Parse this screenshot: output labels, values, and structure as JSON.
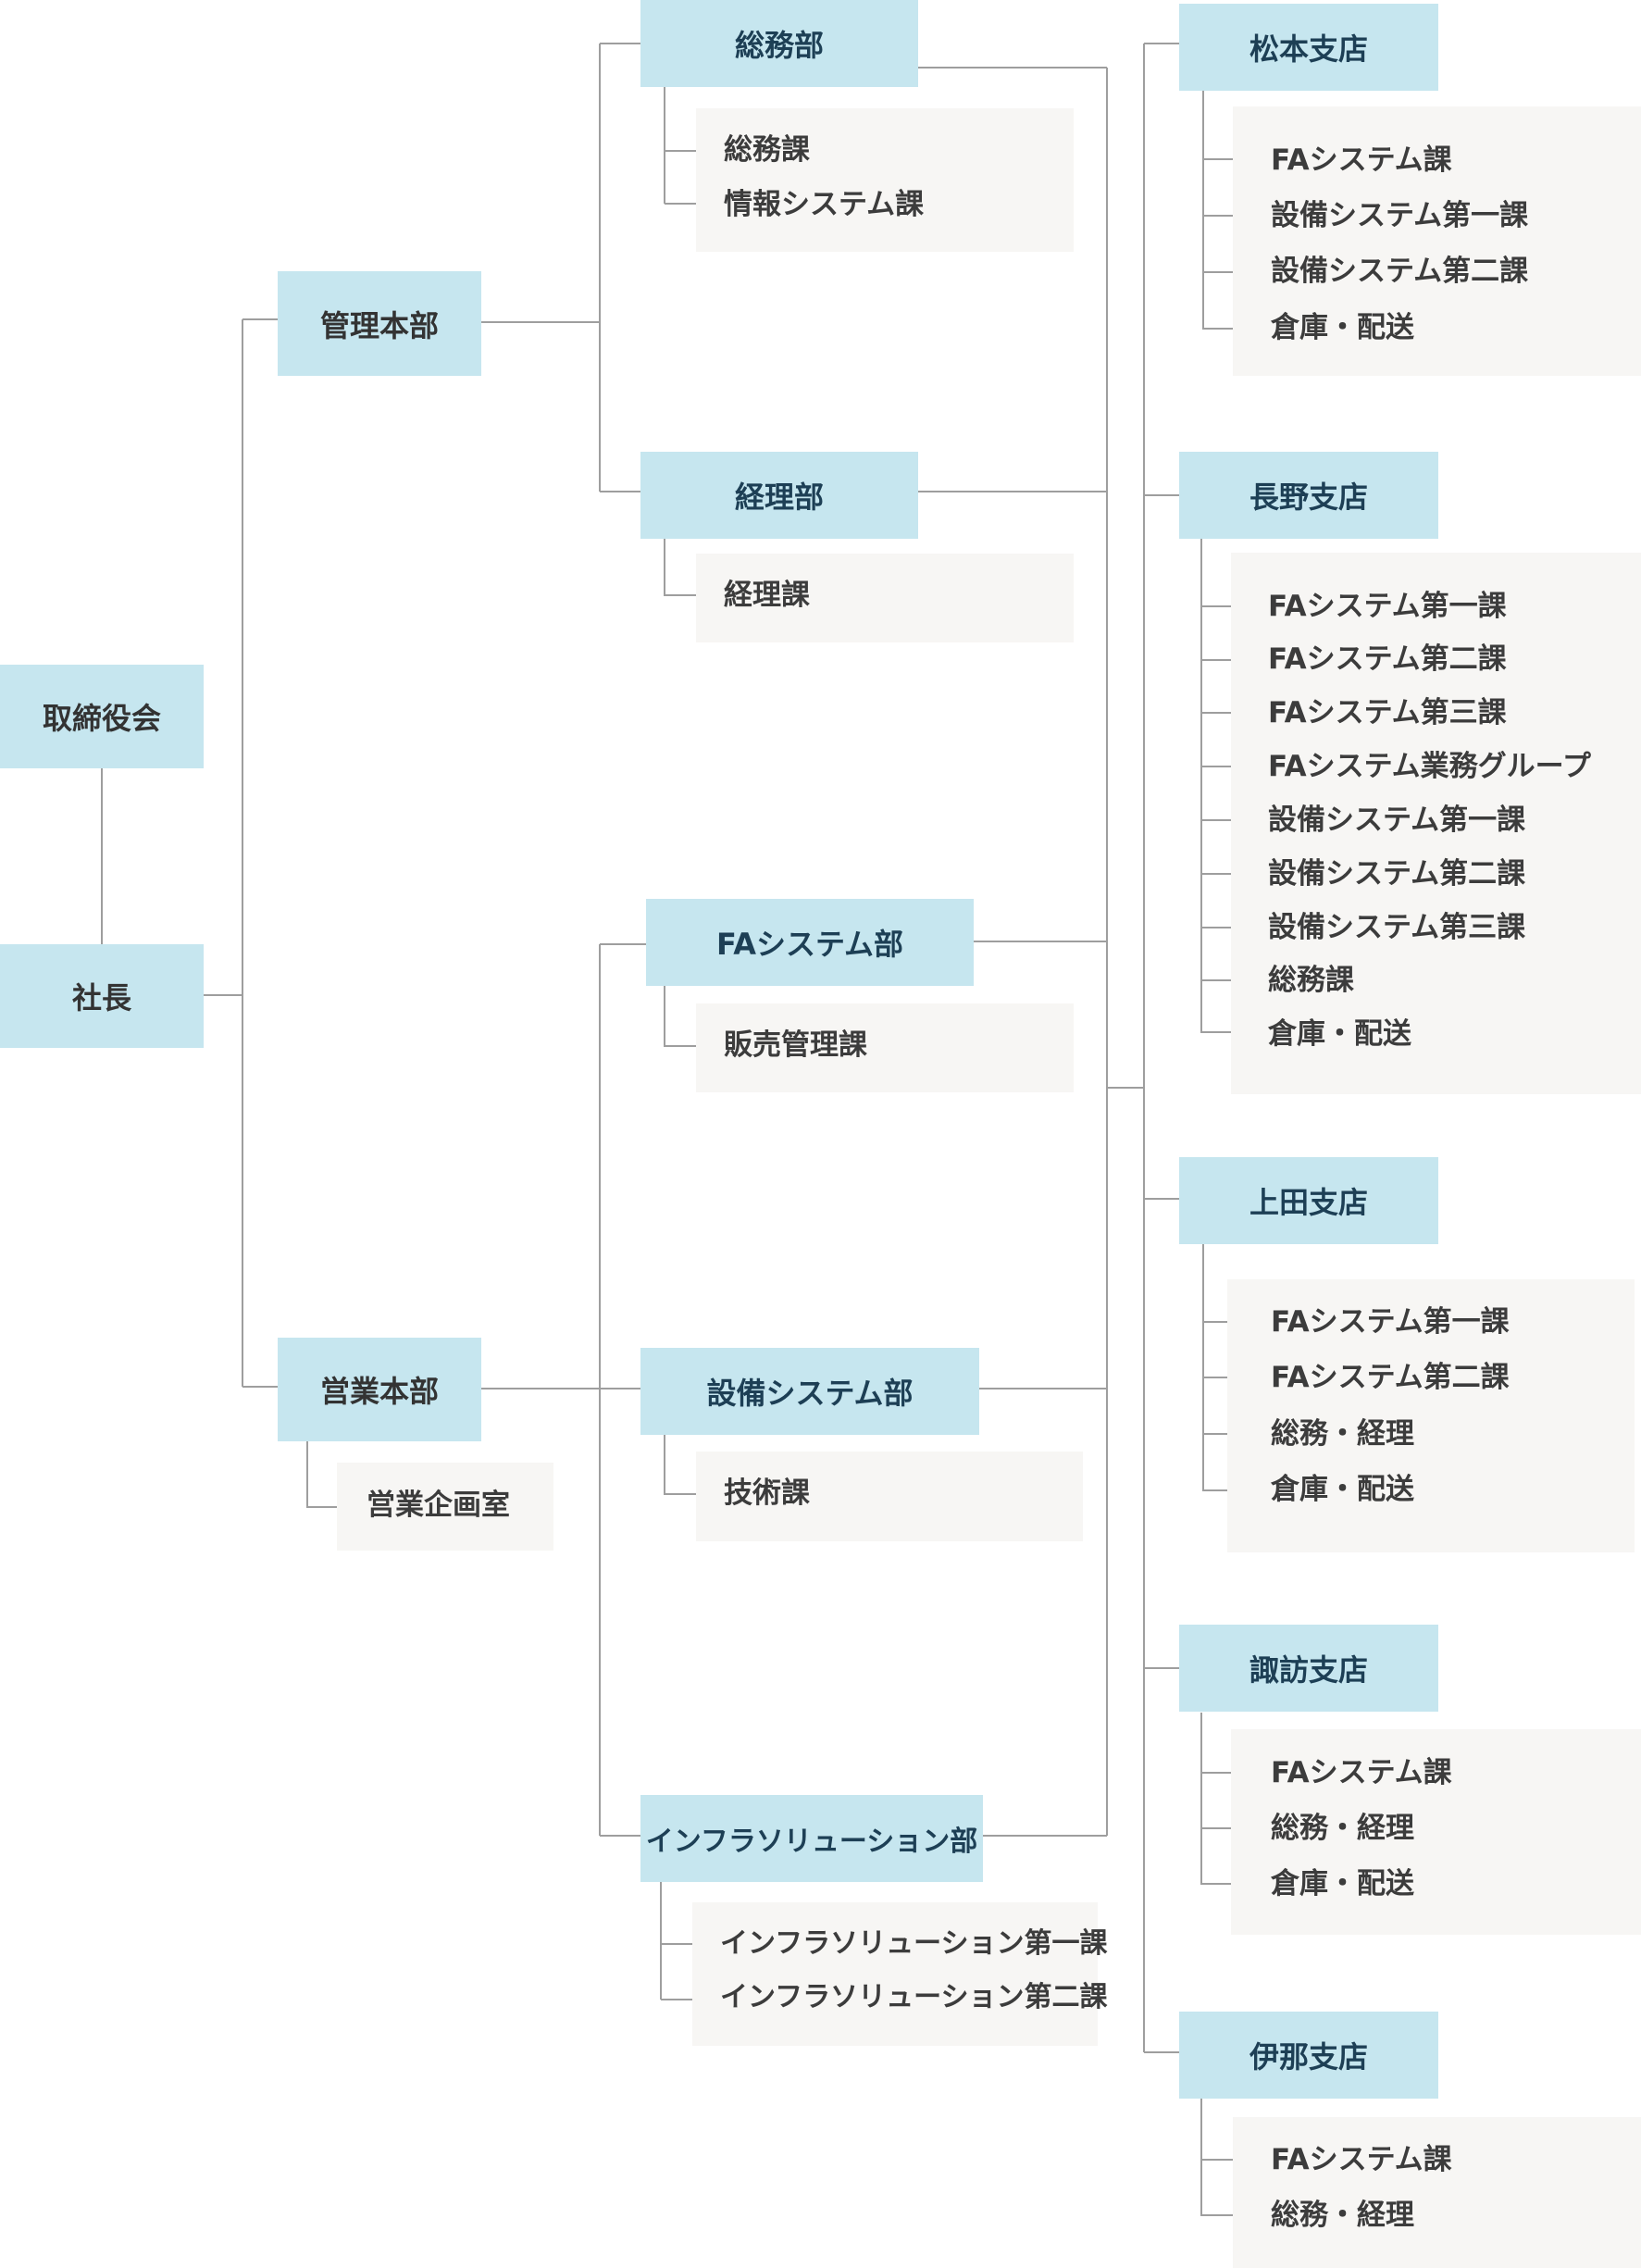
{
  "top": {
    "board": "取締役会",
    "president": "社長"
  },
  "headquarters": {
    "admin": "管理本部",
    "sales": "営業本部",
    "sales_office": "営業企画室"
  },
  "departments": {
    "somu": {
      "label": "総務部",
      "sections": [
        "総務課",
        "情報システム課"
      ]
    },
    "keiri": {
      "label": "経理部",
      "sections": [
        "経理課"
      ]
    },
    "fa": {
      "label": "FAシステム部",
      "sections": [
        "販売管理課"
      ]
    },
    "setsubi": {
      "label": "設備システム部",
      "sections": [
        "技術課"
      ]
    },
    "infra": {
      "label": "インフラソリューション部",
      "sections": [
        "インフラソリューション第一課",
        "インフラソリューション第二課"
      ]
    }
  },
  "branches": {
    "matsumoto": {
      "label": "松本支店",
      "sections": [
        "FAシステム課",
        "設備システム第一課",
        "設備システム第二課",
        "倉庫・配送"
      ]
    },
    "nagano": {
      "label": "長野支店",
      "sections": [
        "FAシステム第一課",
        "FAシステム第二課",
        "FAシステム第三課",
        "FAシステム業務グループ",
        "設備システム第一課",
        "設備システム第二課",
        "設備システム第三課",
        "総務課",
        "倉庫・配送"
      ]
    },
    "ueda": {
      "label": "上田支店",
      "sections": [
        "FAシステム第一課",
        "FAシステム第二課",
        "総務・経理",
        "倉庫・配送"
      ]
    },
    "suwa": {
      "label": "諏訪支店",
      "sections": [
        "FAシステム課",
        "総務・経理",
        "倉庫・配送"
      ]
    },
    "ina": {
      "label": "伊那支店",
      "sections": [
        "FAシステム課",
        "総務・経理"
      ]
    }
  },
  "colors": {
    "node_fill": "#c6e6ef",
    "panel_fill": "#f7f6f4",
    "line": "#9e9e9e",
    "dept_text": "#1d3f55",
    "text": "#333333"
  }
}
